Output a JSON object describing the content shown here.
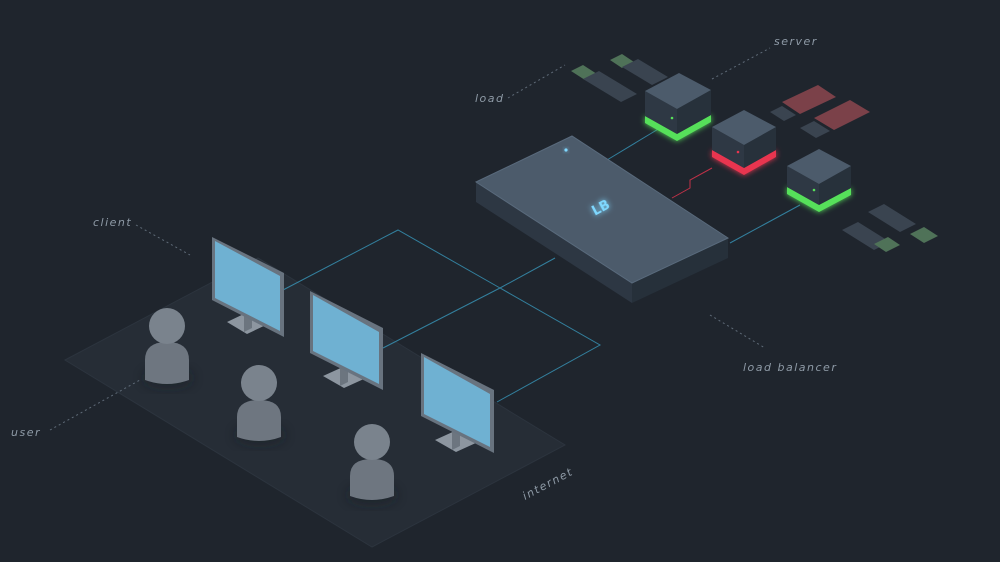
{
  "labels": {
    "server": "server",
    "load": "load",
    "client": "client",
    "user": "user",
    "load_balancer": "load balancer",
    "internet": "internet",
    "lb_badge": "LB"
  },
  "colors": {
    "background": "#1f252d",
    "platform": "#262d36",
    "connection": "#3a9fc4",
    "healthy": "#57e05a",
    "unhealthy": "#e8354f",
    "screen": "#6fb1d2",
    "lb_glow": "#7fd8ff"
  },
  "servers": [
    {
      "status": "healthy"
    },
    {
      "status": "unhealthy"
    },
    {
      "status": "healthy"
    }
  ]
}
